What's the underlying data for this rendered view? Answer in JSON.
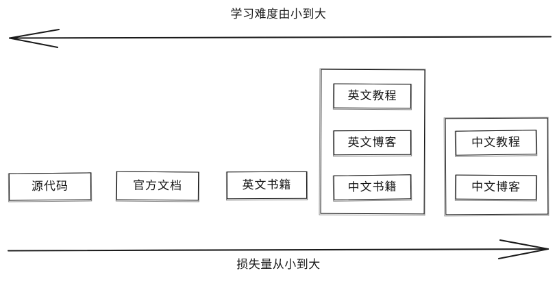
{
  "diagram": {
    "top_axis": {
      "label": "学习难度由小到大",
      "arrow_direction": "left",
      "icon": "left-arrow-icon"
    },
    "bottom_axis": {
      "label": "损失量从小到大",
      "arrow_direction": "right",
      "icon": "right-arrow-icon"
    },
    "standalone_nodes": [
      {
        "label": "源代码"
      },
      {
        "label": "官方文档"
      },
      {
        "label": "英文书籍"
      }
    ],
    "groups": [
      {
        "name": "group-1",
        "items": [
          {
            "label": "英文教程"
          },
          {
            "label": "英文博客"
          },
          {
            "label": "中文书籍"
          }
        ]
      },
      {
        "name": "group-2",
        "items": [
          {
            "label": "中文教程"
          },
          {
            "label": "中文博客"
          }
        ]
      }
    ],
    "colors": {
      "stroke": "#111111",
      "text": "#121212",
      "background": "#ffffff"
    }
  }
}
